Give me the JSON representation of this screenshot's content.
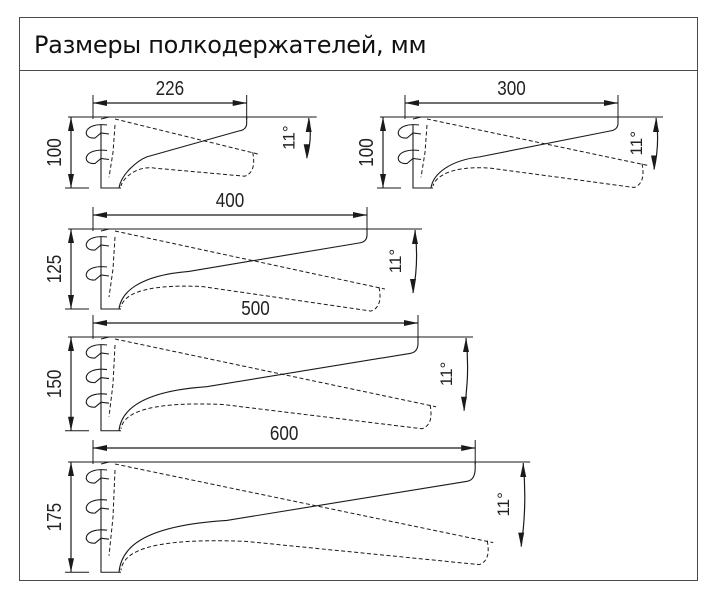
{
  "title": "Размеры полкодержателей, мм",
  "angle_label": "11°",
  "colors": {
    "line": "#1a1a1a",
    "border": "#4a4a4a",
    "background": "#ffffff"
  },
  "brackets": [
    {
      "id": "bracket-226",
      "depth_label": "226",
      "height_label": "100",
      "depth": 226,
      "height": 100
    },
    {
      "id": "bracket-300",
      "depth_label": "300",
      "height_label": "100",
      "depth": 300,
      "height": 100
    },
    {
      "id": "bracket-400",
      "depth_label": "400",
      "height_label": "125",
      "depth": 400,
      "height": 125
    },
    {
      "id": "bracket-500",
      "depth_label": "500",
      "height_label": "150",
      "depth": 500,
      "height": 150
    },
    {
      "id": "bracket-600",
      "depth_label": "600",
      "height_label": "175",
      "depth": 600,
      "height": 175
    }
  ]
}
